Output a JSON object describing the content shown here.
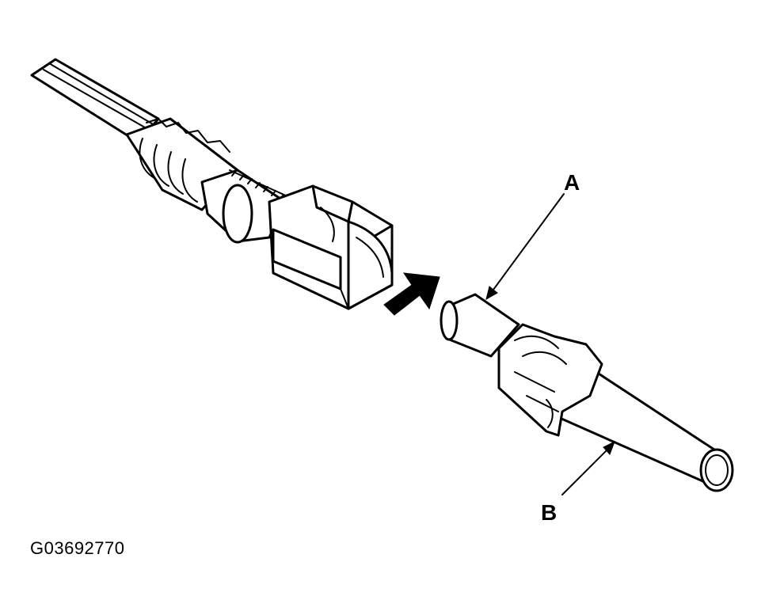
{
  "labels": {
    "a": "A",
    "b": "B"
  },
  "figure_code": "G03692770",
  "colors": {
    "ink": "#000000",
    "paper": "#ffffff"
  }
}
